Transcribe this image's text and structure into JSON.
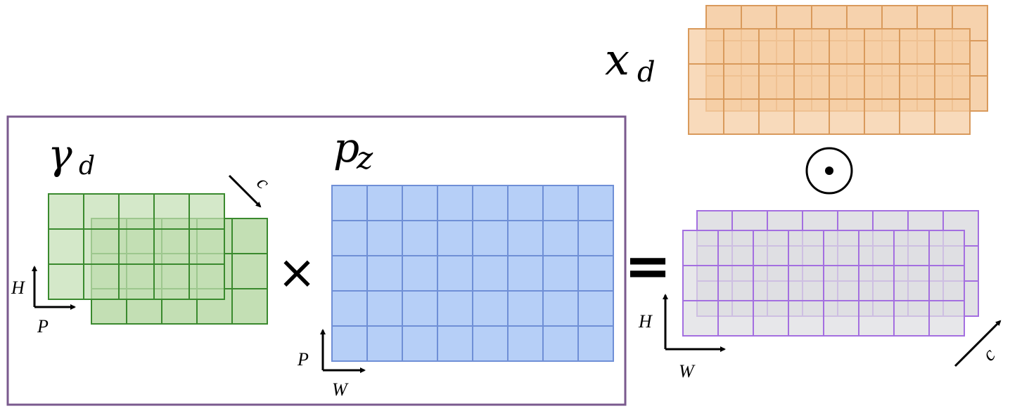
{
  "labels": {
    "gamma_sym": "γ",
    "gamma_sub": "d",
    "p_sym": "p",
    "p_sub": "z",
    "x_sym": "x",
    "x_sub": "d"
  },
  "operators": {
    "times": "×",
    "equals": "=",
    "hadamard": "⊙"
  },
  "axes": {
    "gamma": {
      "vertical": "H",
      "horizontal": "P",
      "depth": "c"
    },
    "pz": {
      "vertical": "P",
      "horizontal": "W"
    },
    "result": {
      "vertical": "H",
      "horizontal": "W",
      "depth": "c"
    }
  },
  "grids": {
    "gamma": {
      "rows": 3,
      "cols": 5,
      "stroke": "#3a8a2e",
      "fill": "#c3dfb4"
    },
    "pz": {
      "rows": 5,
      "cols": 8,
      "stroke": "#6f8fd6",
      "fill": "#b6cff7"
    },
    "xd": {
      "rows": 3,
      "cols": 8,
      "stroke": "#d99a5c",
      "fill": "#f5cda4"
    },
    "result": {
      "rows": 3,
      "cols": 8,
      "stroke": "#a46fe0",
      "fill": "#dedee2"
    }
  },
  "colors": {
    "frame": "#7a5a8e"
  }
}
